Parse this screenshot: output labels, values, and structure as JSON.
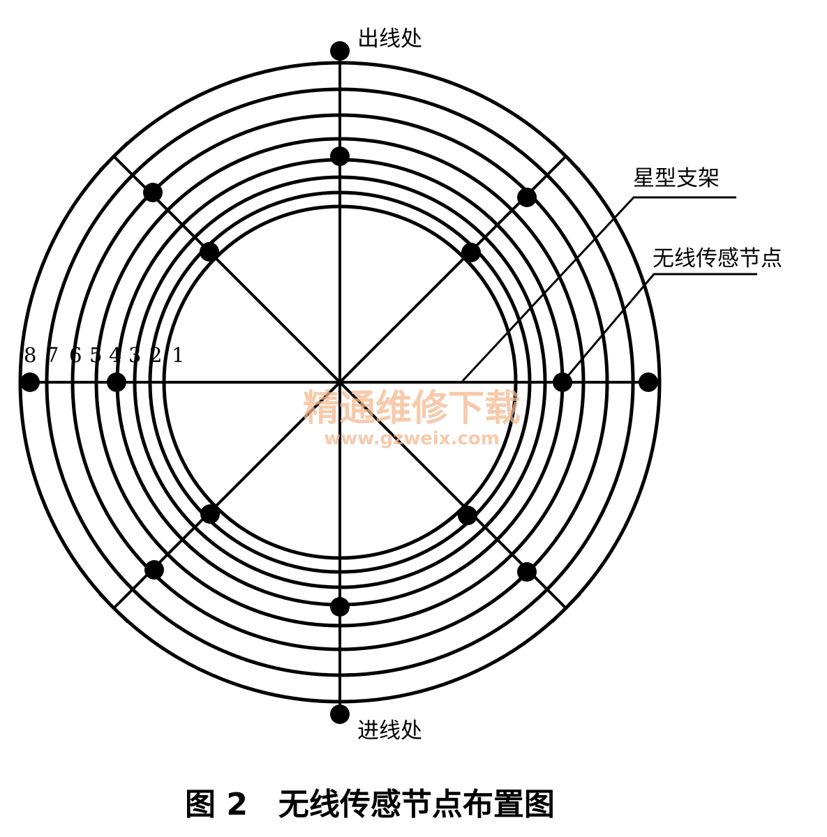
{
  "labels": {
    "top": "出线处",
    "bottom": "进线处",
    "frame": "星型支架",
    "sensor": "无线传感节点"
  },
  "ring_numbers": [
    "8",
    "7",
    "6",
    "5",
    "4",
    "3",
    "2",
    "1"
  ],
  "caption": "图 2　无线传感节点布置图",
  "watermark": {
    "chinese": "精通维修下载",
    "url": "www.gzweix.com"
  }
}
